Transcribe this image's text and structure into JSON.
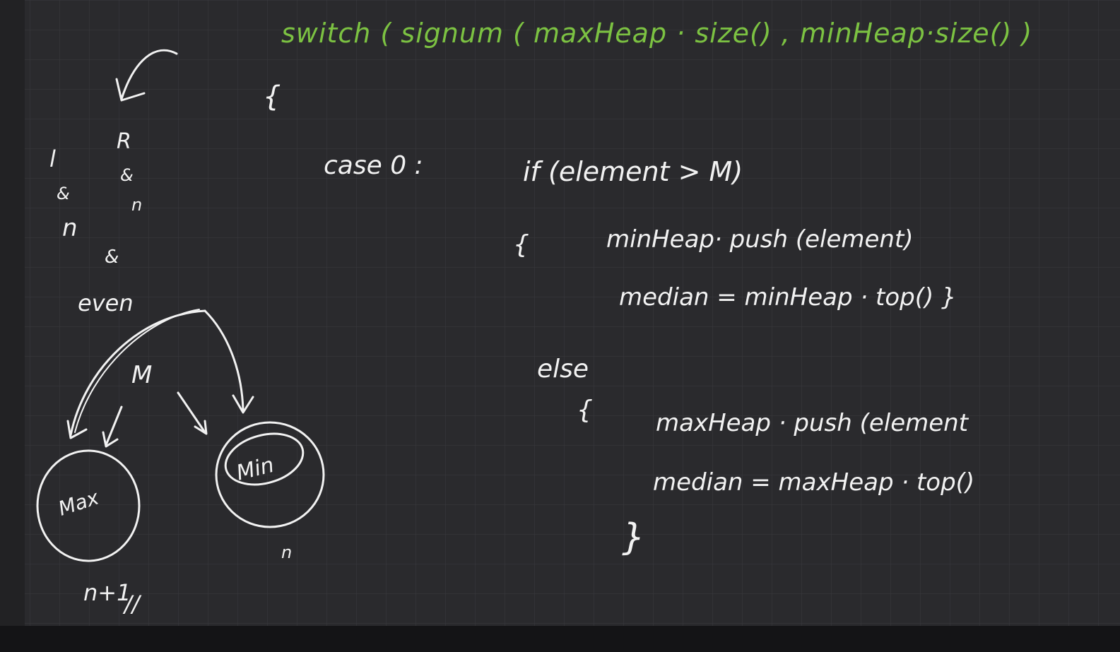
{
  "canvas": {
    "background": "#2a2a2d",
    "grid_color": "#3a3a3e",
    "ink_white": "#f2f2f2",
    "ink_green": "#7cc242",
    "bottom_bar": "#141416"
  },
  "code": {
    "switch_line": "switch ( signum ( maxHeap · size() , minHeap·size() )",
    "open_brace": "{",
    "case_label": "case 0 :",
    "if_line": "if (element > M)",
    "if_open": "{",
    "push_min": "minHeap· push (element)",
    "median_min": "median = minHeap · top() }",
    "else_label": "else",
    "else_open": "{",
    "push_max": "maxHeap · push (element",
    "median_max": "median = maxHeap · top()",
    "close_brace": "}"
  },
  "sketch": {
    "l": "l",
    "r": "R",
    "and_left": "&",
    "and_right": "&",
    "n_left": "n",
    "n_right": "n",
    "amp_bottom": "&",
    "even": "even",
    "m_center": "M",
    "max_label": "Max",
    "min_label": "Min",
    "n_below_min": "n",
    "n_plus_one": "n+1",
    "double_slash": "//"
  }
}
